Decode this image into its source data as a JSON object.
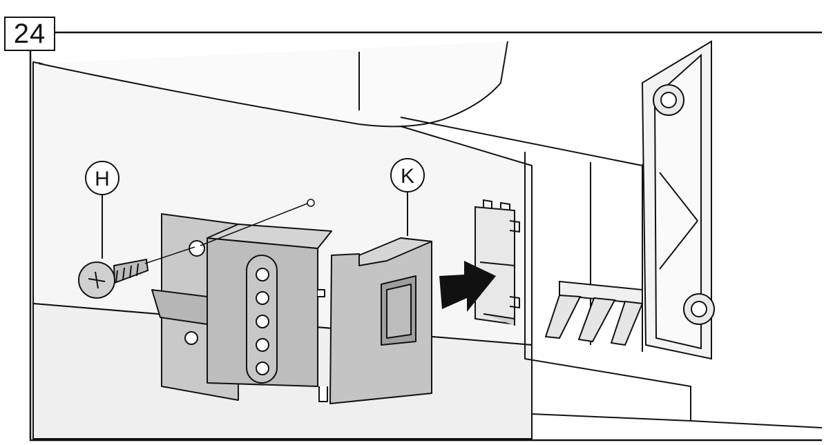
{
  "step": {
    "number": "24"
  },
  "callouts": {
    "screw": "H",
    "bracket": "K"
  },
  "colors": {
    "line": "#111111",
    "panel": "#f1f1f1",
    "panel_dark": "#d9d9d9",
    "bracket": "#bdbdbd",
    "bracket_dark": "#9a9a9a",
    "arrow": "#111111"
  }
}
